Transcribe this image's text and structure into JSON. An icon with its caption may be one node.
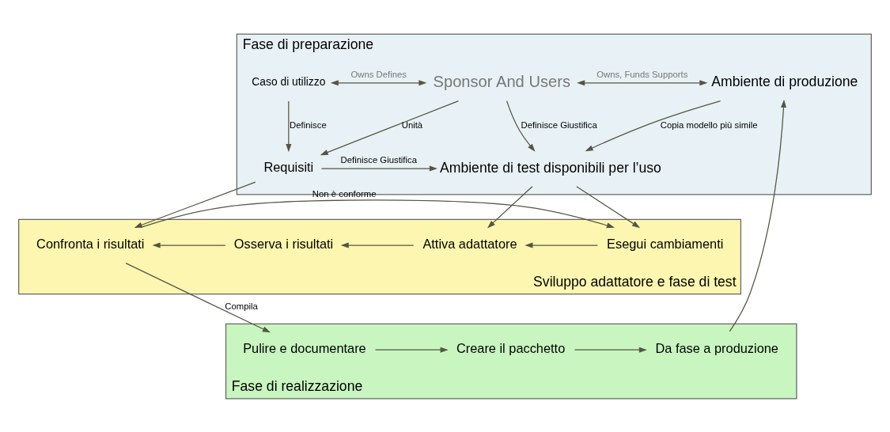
{
  "diagram": {
    "nodes": [
      {
        "text": [
          "Fase di preparazione"
        ]
      },
      {
        "text": [
          "Caso di utilizzo"
        ],
        "in": 0
      },
      {
        "text": [
          "Sponsor And Users"
        ],
        "in": 0
      },
      {
        "text": [
          "Ambiente di produzione"
        ],
        "in": 0
      },
      {
        "text": [
          "Requisiti"
        ],
        "in": 0
      },
      {
        "text": [
          "Ambiente di test disponibili per l’uso"
        ],
        "in": 0
      },
      {
        "text": [
          "Sviluppo adattatore e fase di test"
        ]
      },
      {
        "text": [
          "Confronta i risultati"
        ],
        "in": 6
      },
      {
        "text": [
          "Osserva i risultati"
        ],
        "in": 6
      },
      {
        "text": [
          "Attiva adattatore"
        ],
        "in": 6
      },
      {
        "text": [
          "Esegui cambiamenti"
        ],
        "in": 6
      },
      {
        "text": [
          "Fase di realizzazione"
        ]
      },
      {
        "text": [
          "Pulire e documentare"
        ],
        "in": 11
      },
      {
        "text": [
          "Creare il pacchetto"
        ],
        "in": 11
      },
      {
        "text": [
          "Da fase a produzione"
        ],
        "in": 11
      }
    ],
    "edges": [
      {
        "from": 1,
        "to": 2,
        "arrow": "both",
        "label": "Owns Defines"
      },
      {
        "from": 2,
        "to": 3,
        "arrow": "both",
        "label": "Owns, Funds Supports"
      },
      {
        "from": 1,
        "to": 4,
        "arrow": "to",
        "label": "Definisce"
      },
      {
        "from": 2,
        "to": 4,
        "arrow": "to",
        "label": "Unità"
      },
      {
        "from": 2,
        "to": 5,
        "arrow": "to",
        "label": "Definisce Giustifica"
      },
      {
        "from": 3,
        "to": 5,
        "arrow": "to",
        "label": "Copia modello più simile"
      },
      {
        "from": 4,
        "to": 5,
        "arrow": "to",
        "label": "Definisce Giustifica"
      },
      {
        "from": 4,
        "to": 7,
        "arrow": "to"
      },
      {
        "from": 5,
        "to": 9,
        "arrow": "to"
      },
      {
        "from": 5,
        "to": 10,
        "arrow": "to"
      },
      {
        "from": 10,
        "to": 9,
        "arrow": "to"
      },
      {
        "from": 9,
        "to": 8,
        "arrow": "to"
      },
      {
        "from": 8,
        "to": 7,
        "arrow": "to"
      },
      {
        "from": 7,
        "to": 10,
        "arrow": "to",
        "label": "Non è conforme"
      },
      {
        "from": 7,
        "to": 12,
        "arrow": "to",
        "label": "Compila"
      },
      {
        "from": 12,
        "to": 13,
        "arrow": "to"
      },
      {
        "from": 13,
        "to": 14,
        "arrow": "to"
      },
      {
        "from": 14,
        "to": 3,
        "arrow": "to"
      }
    ]
  }
}
